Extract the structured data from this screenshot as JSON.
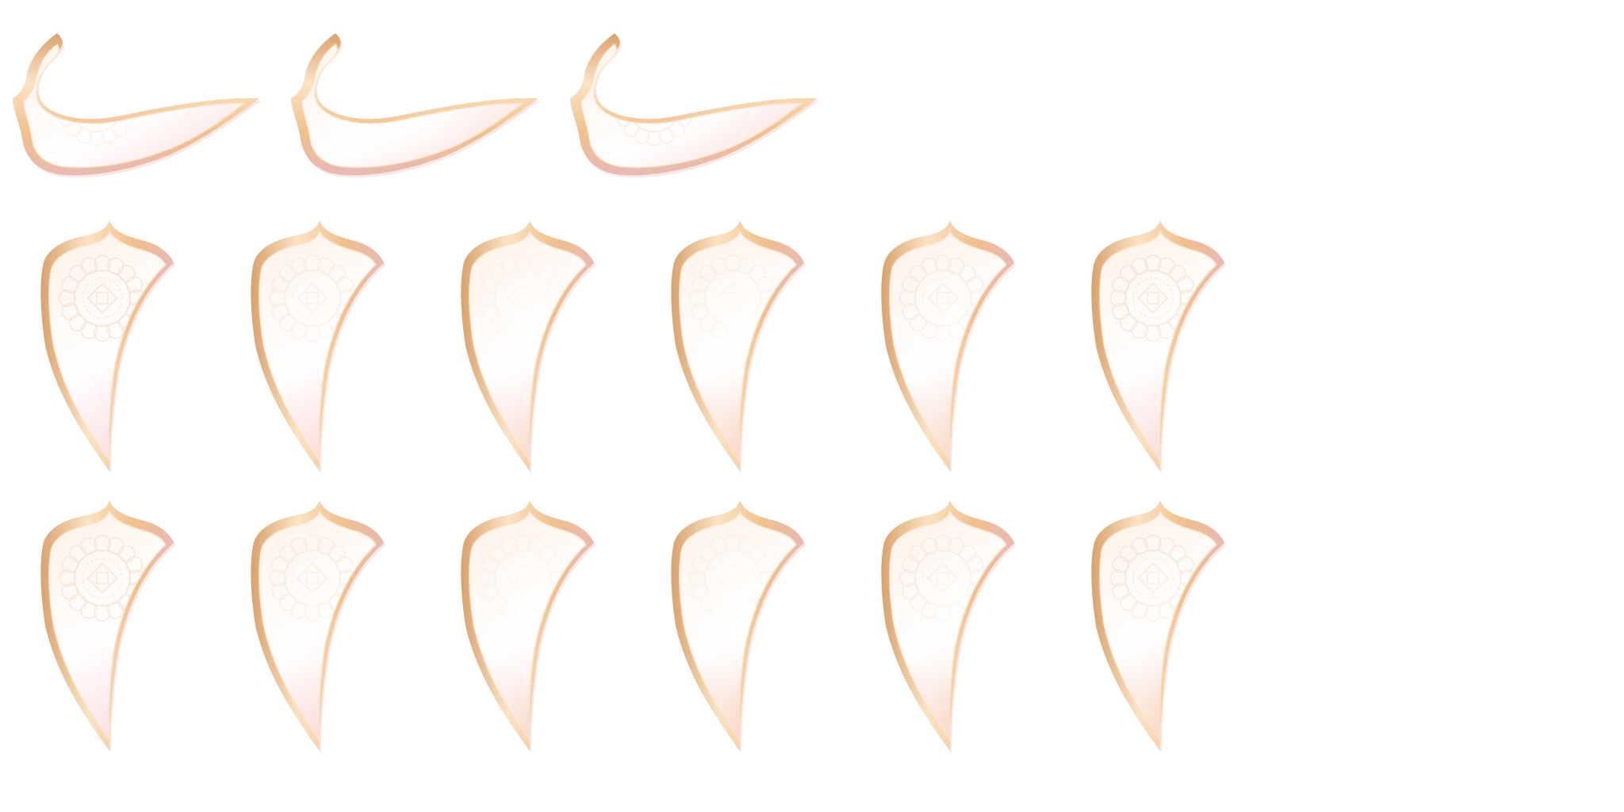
{
  "sheet": {
    "name": "petal-frame-sprite-sheet",
    "background": "#ffffff",
    "palette": {
      "gold_light": "#fbe3c4",
      "gold_mid": "#f0c08c",
      "gold_dark": "#d9a26e",
      "edge_shadow": "#e8b9b4",
      "fill_pink": "#fbdde0",
      "fill_cream": "#fdf3ea",
      "fill_white": "#ffffff",
      "medallion": "#f6e2d2"
    },
    "rows": [
      {
        "id": "horizontal-petals",
        "orientation": "horizontal",
        "frames": [
          {
            "glow": 0.15,
            "medallion": 0.45,
            "pink": 0.9
          },
          {
            "glow": 0.75,
            "medallion": 0.15,
            "pink": 0.75
          },
          {
            "glow": 0.35,
            "medallion": 0.75,
            "pink": 0.8
          }
        ]
      },
      {
        "id": "vertical-petals-a",
        "orientation": "vertical",
        "frames": [
          {
            "glow": 0.1,
            "medallion": 0.9,
            "pink": 1.0
          },
          {
            "glow": 0.45,
            "medallion": 0.55,
            "pink": 0.85
          },
          {
            "glow": 0.8,
            "medallion": 0.25,
            "pink": 0.6
          },
          {
            "glow": 0.9,
            "medallion": 0.45,
            "pink": 0.45
          },
          {
            "glow": 0.7,
            "medallion": 0.7,
            "pink": 0.5
          },
          {
            "glow": 0.3,
            "medallion": 0.9,
            "pink": 0.85
          }
        ]
      },
      {
        "id": "vertical-petals-b",
        "orientation": "vertical",
        "frames": [
          {
            "glow": 0.1,
            "medallion": 0.85,
            "pink": 1.0
          },
          {
            "glow": 0.45,
            "medallion": 0.6,
            "pink": 0.8
          },
          {
            "glow": 0.85,
            "medallion": 0.3,
            "pink": 0.55
          },
          {
            "glow": 0.95,
            "medallion": 0.35,
            "pink": 0.4
          },
          {
            "glow": 0.75,
            "medallion": 0.65,
            "pink": 0.45
          },
          {
            "glow": 0.55,
            "medallion": 0.85,
            "pink": 0.35
          }
        ]
      }
    ]
  }
}
